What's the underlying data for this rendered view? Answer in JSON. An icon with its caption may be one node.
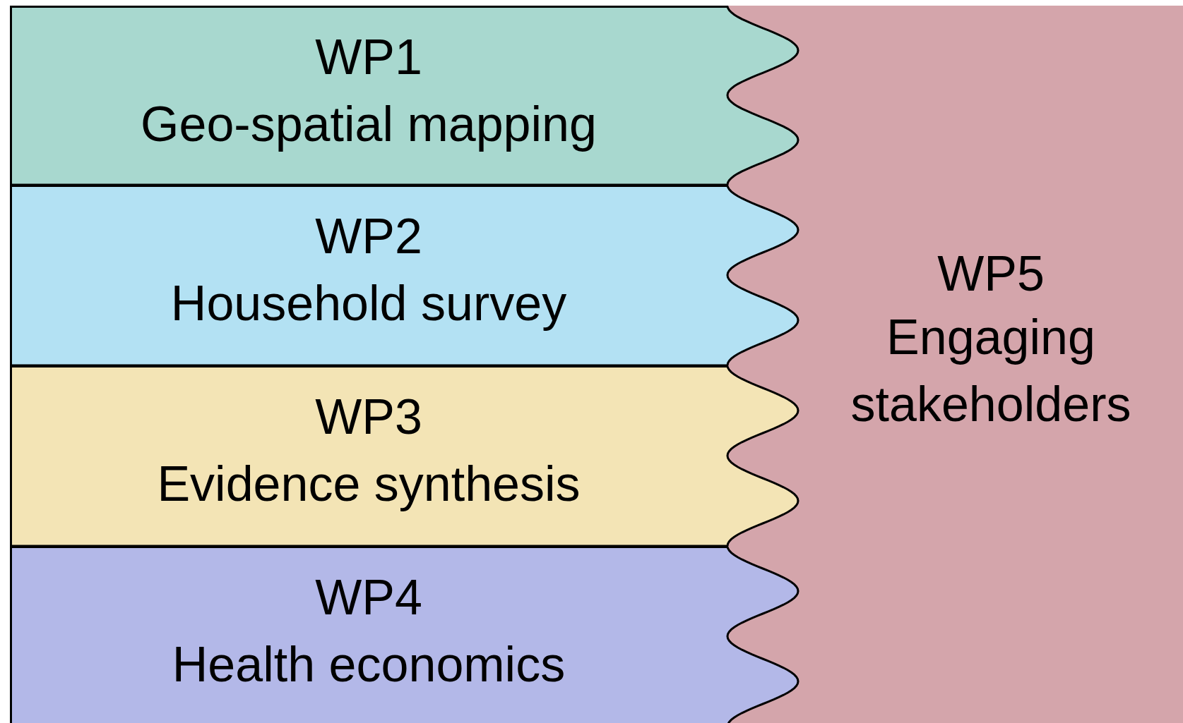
{
  "diagram": {
    "nodes": [
      {
        "text": [
          "WP1",
          "Geo-spatial mapping"
        ]
      },
      {
        "text": [
          "WP2",
          "Household survey"
        ]
      },
      {
        "text": [
          "WP3",
          "Evidence synthesis"
        ]
      },
      {
        "text": [
          "WP4",
          "Health economics"
        ]
      },
      {
        "text": [
          "WP5",
          "Engaging stakeholders"
        ]
      }
    ]
  }
}
